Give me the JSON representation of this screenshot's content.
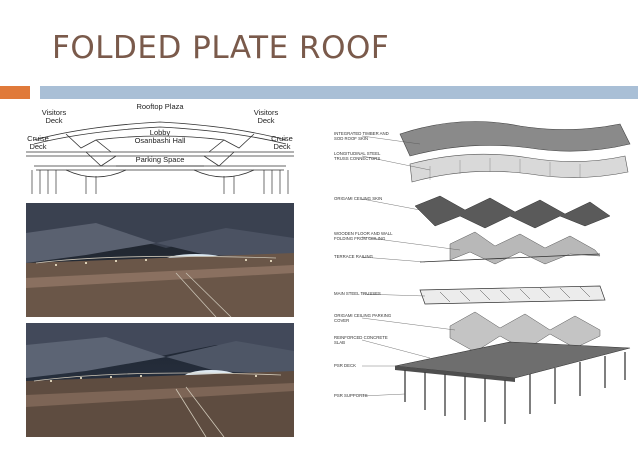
{
  "slide": {
    "title": "FOLDED PLATE ROOF",
    "accent_colors": {
      "title_text": "#7a5a4b",
      "orange_bar": "#e07a3a",
      "blue_bar": "#a9bfd6"
    }
  },
  "section_drawing": {
    "labels": {
      "rooftop_plaza": "Rooftop Plaza",
      "visitors_deck_left": "Visitors\nDeck",
      "visitors_deck_right": "Visitors\nDeck",
      "lobby": "Lobby\nOsanbashi Hall",
      "cruise_deck_left": "Cruise\nDeck",
      "cruise_deck_right": "Cruise\nDeck",
      "parking_space": "Parking Space"
    }
  },
  "exploded_axonometric": {
    "callouts": [
      "Integrated timber and sod roof skin",
      "Longitudinal steel truss connectors",
      "Origami ceiling skin",
      "Wooden floor and wall folding from ceiling",
      "Terrace railing",
      "Main steel trusses",
      "Origami ceiling parking cover",
      "Reinforced concrete slab",
      "PSR deck",
      "PSR supports"
    ]
  }
}
